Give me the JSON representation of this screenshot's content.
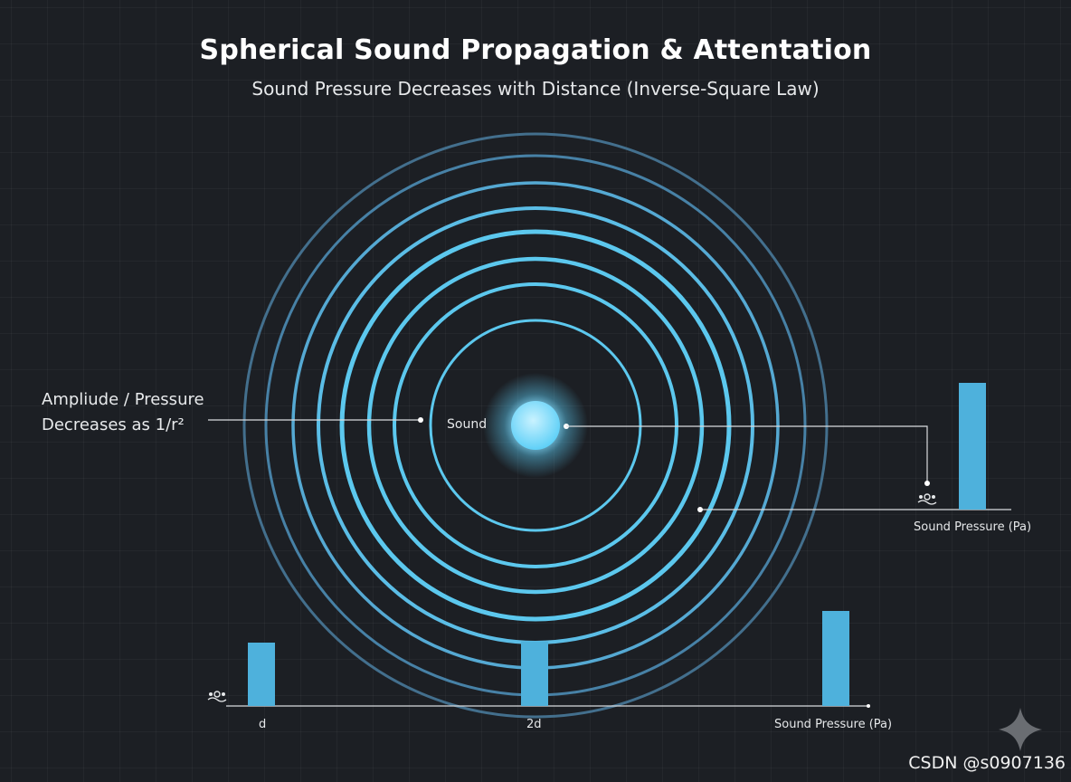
{
  "title": "Spherical Sound Propagation & Attentation",
  "subtitle": "Sound Pressure Decreases with Distance (Inverse-Square Law)",
  "annotation": {
    "line1": "Ampliude / Pressure",
    "line2": "Decreases as 1/r²"
  },
  "source_label": "Sound",
  "right_chart": {
    "axis_label": "Sound Pressure (Pa)",
    "bar_fraction": 1.0
  },
  "bottom_chart": {
    "labels": [
      "d",
      "2d",
      "Sound Pressure (Pa)"
    ],
    "bar_fractions": [
      0.5,
      0.51,
      0.75
    ]
  },
  "watermark": "CSDN @s0907136",
  "colors": {
    "background": "#1c1f24",
    "wave": "#5cc8ee",
    "bar": "#4eb1dc",
    "source_glow": "#7fd9ff"
  },
  "icons": [
    "listener-icon",
    "sparkle-icon"
  ]
}
